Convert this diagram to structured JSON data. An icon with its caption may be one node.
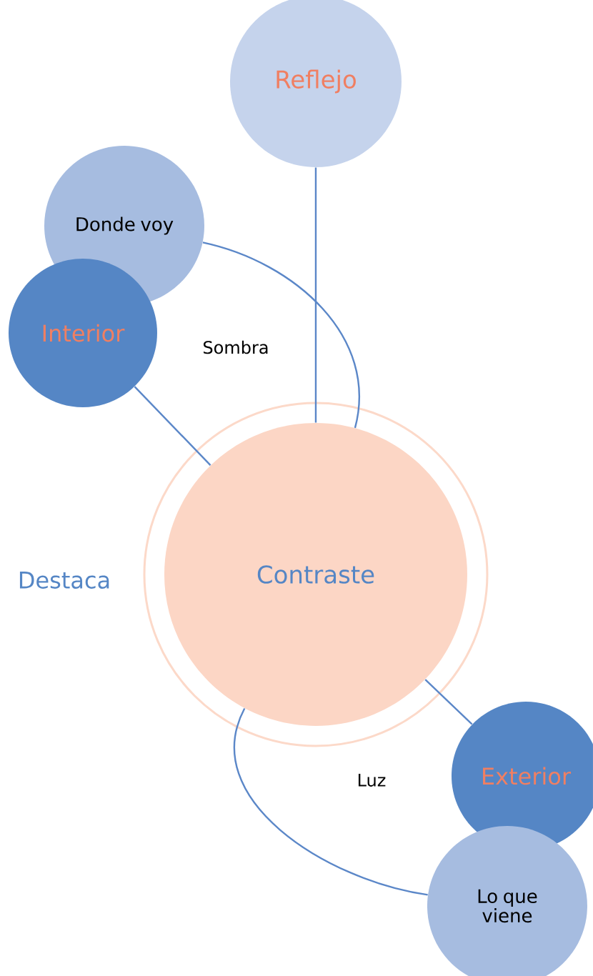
{
  "diagram": {
    "nodes": [
      {
        "text": [
          "Reflejo"
        ]
      },
      {
        "text": [
          "Donde voy"
        ]
      },
      {
        "text": [
          "Interior"
        ]
      },
      {
        "text": [
          "Contraste"
        ]
      },
      {
        "text": [
          "Exterior"
        ]
      },
      {
        "text": [
          "Lo que viene"
        ]
      }
    ],
    "edges": [
      {
        "from": 0,
        "to": 3,
        "arrow": "none"
      },
      {
        "from": 1,
        "to": 3,
        "arrow": "none"
      },
      {
        "from": 2,
        "to": 3,
        "arrow": "none"
      },
      {
        "from": 4,
        "to": 3,
        "arrow": "none"
      },
      {
        "from": 5,
        "to": 3,
        "arrow": "none"
      }
    ],
    "labels": [
      "Sombra",
      "Destaca",
      "Luz"
    ]
  }
}
